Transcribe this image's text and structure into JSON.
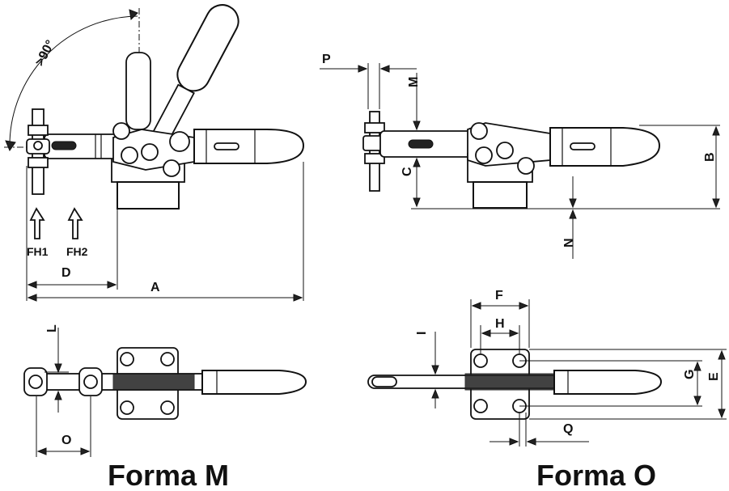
{
  "labels": {
    "angle": ">90°",
    "P": "P",
    "M": "M",
    "B": "B",
    "C": "C",
    "N": "N",
    "FH1": "FH1",
    "FH2": "FH2",
    "D": "D",
    "A": "A",
    "F": "F",
    "H": "H",
    "I": "I",
    "G": "G",
    "E": "E",
    "L": "L",
    "O": "O",
    "Q": "Q"
  },
  "titles": {
    "forma_m": "Forma M",
    "forma_o": "Forma O"
  }
}
